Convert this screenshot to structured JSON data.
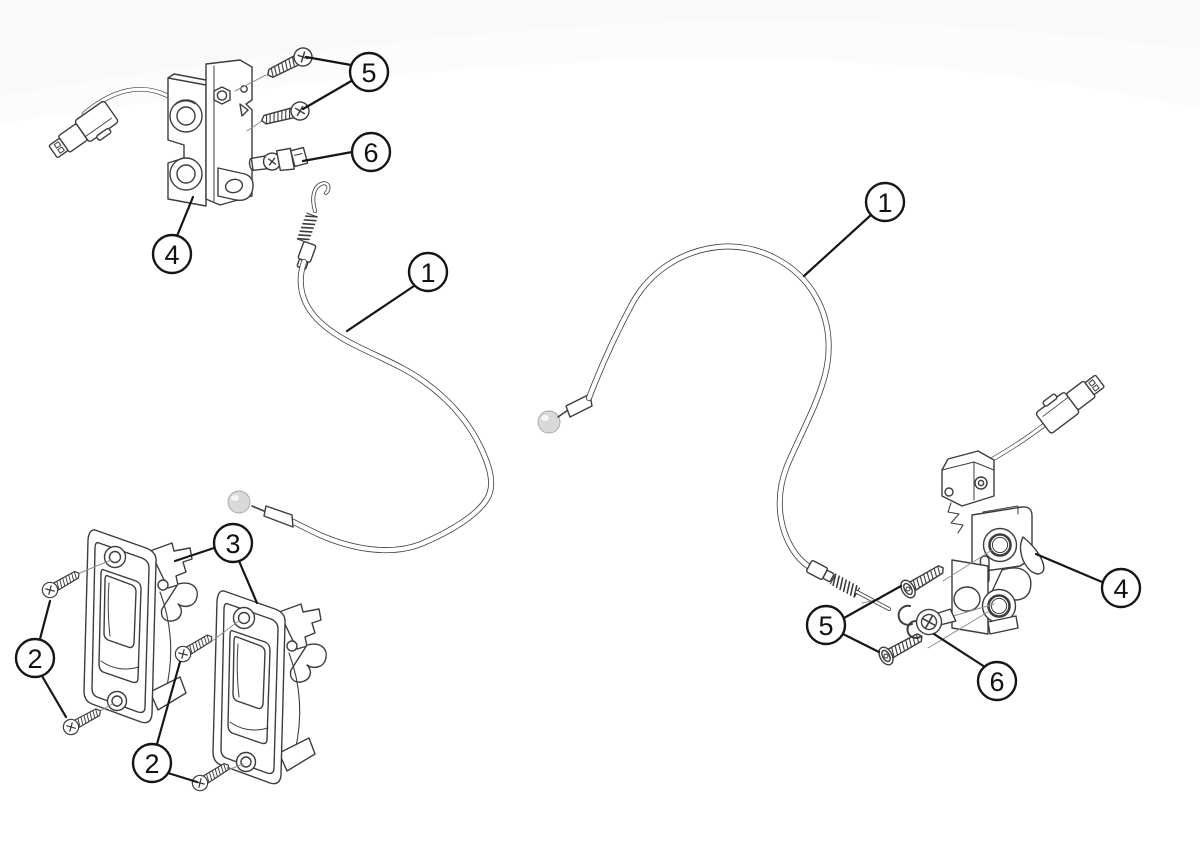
{
  "callouts": {
    "c1_left": {
      "label": "1"
    },
    "c1_right": {
      "label": "1"
    },
    "c2_upper": {
      "label": "2"
    },
    "c2_lower": {
      "label": "2"
    },
    "c3": {
      "label": "3"
    },
    "c4_left": {
      "label": "4"
    },
    "c4_right": {
      "label": "4"
    },
    "c5_left": {
      "label": "5"
    },
    "c5_right": {
      "label": "5"
    },
    "c6_left": {
      "label": "6"
    },
    "c6_right": {
      "label": "6"
    }
  },
  "colors": {
    "background": "#ffffff",
    "line": "#3d3d3d",
    "thin_line": "#8f8f8f",
    "callout": "#161616",
    "ball_fill": "#d9d9d9",
    "shade_band": "#f5f4f2"
  }
}
